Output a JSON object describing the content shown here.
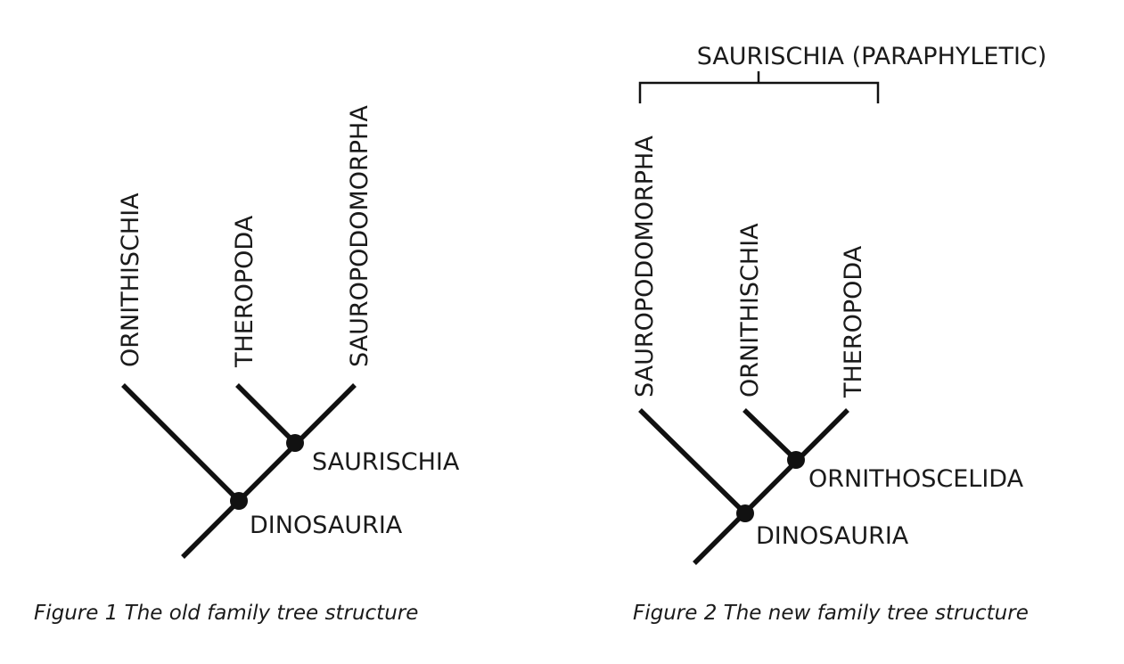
{
  "figure1": {
    "taxa": [
      "ORNITHISCHIA",
      "THEROPODA",
      "SAUROPODOMORPHA"
    ],
    "nodes": [
      "SAURISCHIA",
      "DINOSAURIA"
    ],
    "caption": "Figure 1 The old family tree structure"
  },
  "figure2": {
    "bracket_label": "SAURISCHIA (PARAPHYLETIC)",
    "taxa": [
      "SAUROPODOMORPHA",
      "ORNITHISCHIA",
      "THEROPODA"
    ],
    "nodes": [
      "ORNITHOSCELIDA",
      "DINOSAURIA"
    ],
    "caption": "Figure 2 The new family tree structure"
  },
  "colors": {
    "ink": "#111111",
    "background": "#ffffff"
  }
}
